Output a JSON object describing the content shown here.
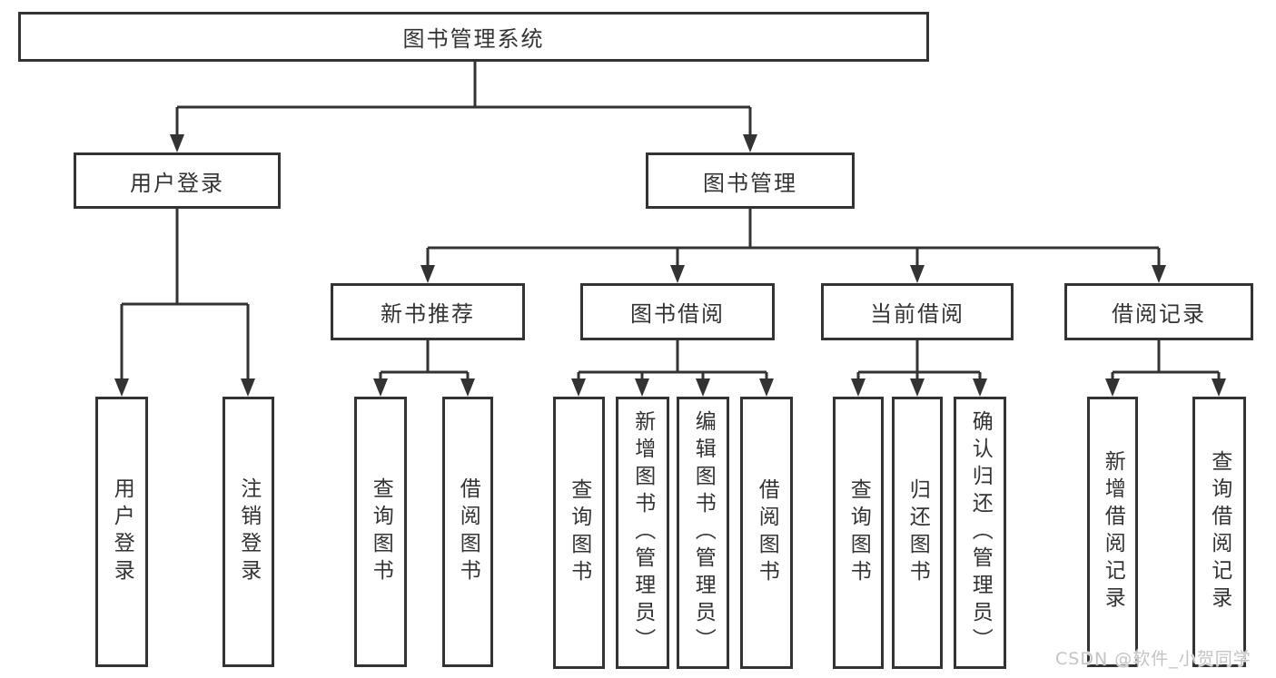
{
  "diagram": {
    "root": "图书管理系统",
    "branches": [
      {
        "label": "用户登录"
      },
      {
        "label": "图书管理"
      }
    ],
    "modules": [
      {
        "label": "新书推荐",
        "parent": "图书管理"
      },
      {
        "label": "图书借阅",
        "parent": "图书管理"
      },
      {
        "label": "当前借阅",
        "parent": "图书管理"
      },
      {
        "label": "借阅记录",
        "parent": "图书管理"
      }
    ],
    "leaves": [
      {
        "label": "用户登录",
        "parent": "用户登录"
      },
      {
        "label": "注销登录",
        "parent": "用户登录"
      },
      {
        "label": "查询图书",
        "parent": "新书推荐"
      },
      {
        "label": "借阅图书",
        "parent": "新书推荐"
      },
      {
        "label": "查询图书",
        "parent": "图书借阅"
      },
      {
        "label": "新增图书（管理员）",
        "parent": "图书借阅"
      },
      {
        "label": "编辑图书（管理员）",
        "parent": "图书借阅"
      },
      {
        "label": "借阅图书",
        "parent": "图书借阅"
      },
      {
        "label": "查询图书",
        "parent": "当前借阅"
      },
      {
        "label": "归还图书",
        "parent": "当前借阅"
      },
      {
        "label": "确认归还（管理员）",
        "parent": "当前借阅"
      },
      {
        "label": "新增借阅记录",
        "parent": "借阅记录"
      },
      {
        "label": "查询借阅记录",
        "parent": "借阅记录"
      }
    ]
  },
  "watermark": {
    "text": "CSDN @软件_小贺同学"
  },
  "colors": {
    "line": "#333333",
    "text": "#333333",
    "box_background": "#ffffff",
    "watermark": "#c4c4c4",
    "background": "#ffffff"
  }
}
